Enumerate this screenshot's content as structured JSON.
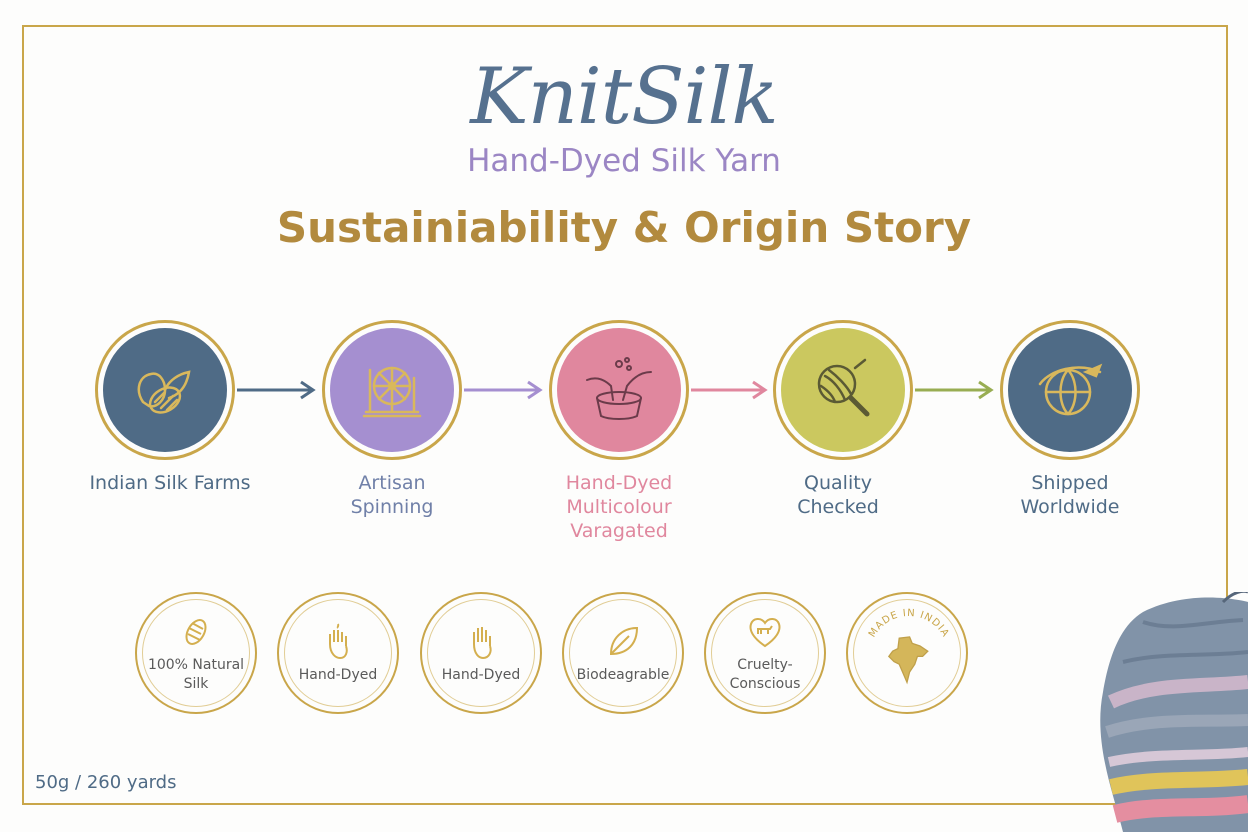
{
  "brand": {
    "name": "KnitSilk",
    "tagline": "Hand-Dyed Silk Yarn"
  },
  "headline": "Sustainiability & Origin Story",
  "steps": [
    {
      "line1": "Indian Silk Farms",
      "line2": "",
      "line3": "",
      "color": "#4f6b86",
      "icon": "silk-cocoon-icon"
    },
    {
      "line1": "Artisan",
      "line2": "Spinning",
      "line3": "",
      "color": "#a58fd0",
      "icon": "spinning-wheel-icon"
    },
    {
      "line1": "Hand-Dyed",
      "line2": "Multicolour",
      "line3": "Varagated",
      "color": "#e0879e",
      "icon": "dye-pot-icon"
    },
    {
      "line1": "Quality",
      "line2": "Checked",
      "line3": "",
      "color": "#cbc85f",
      "icon": "magnifier-yarn-icon"
    },
    {
      "line1": "Shipped",
      "line2": "Worldwide",
      "line3": "",
      "color": "#4f6b86",
      "icon": "globe-plane-icon"
    }
  ],
  "arrow_colors": [
    "#4f6b86",
    "#a58fd0",
    "#e0879e",
    "#98ad52"
  ],
  "badges": [
    {
      "line1": "100% Natural",
      "line2": "Silk",
      "icon": "cocoon-icon"
    },
    {
      "line1": "Hand-Dyed",
      "line2": "",
      "icon": "dyed-hand-icon"
    },
    {
      "line1": "Hand-Dyed",
      "line2": "",
      "icon": "hand-icon"
    },
    {
      "line1": "Biodeagrable",
      "line2": "",
      "icon": "leaf-icon"
    },
    {
      "line1": "Cruelty-Conscious",
      "line2": "",
      "icon": "heart-animal-icon"
    },
    {
      "line1": "MADE IN INDIA",
      "line2": "",
      "icon": "india-map-icon"
    }
  ],
  "weight": "50g / 260 yards",
  "accent_gold": "#c9a64a"
}
